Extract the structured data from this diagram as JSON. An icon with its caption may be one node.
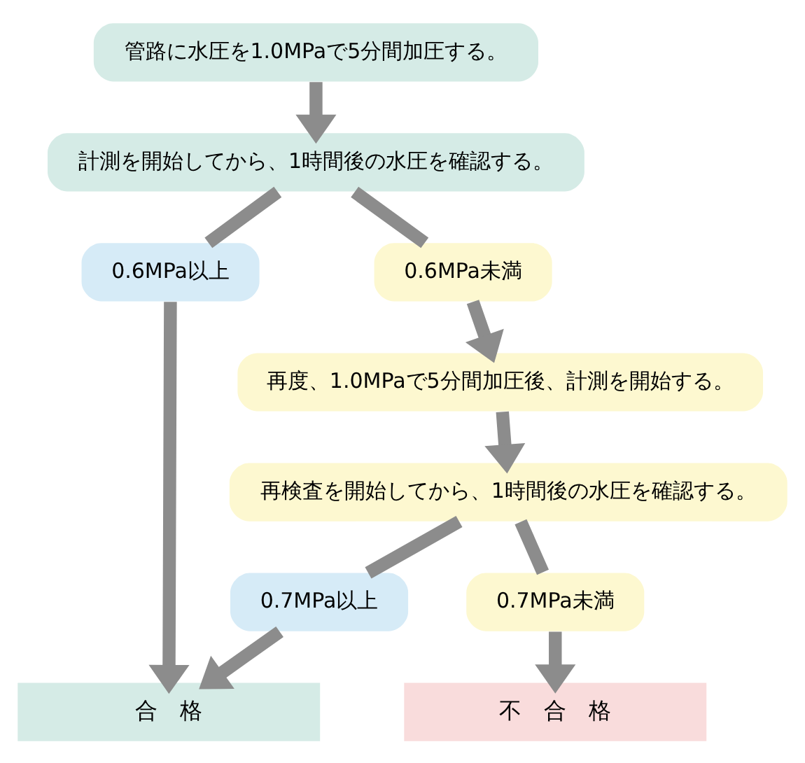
{
  "diagram": {
    "nodes": [
      {
        "text": [
          "管路に水圧を1.0MPaで5分間加圧する。"
        ]
      },
      {
        "text": [
          "計測を開始してから、1時間後の水圧を確認する。"
        ]
      },
      {
        "text": [
          "0.6MPa以上"
        ]
      },
      {
        "text": [
          "0.6MPa未満"
        ]
      },
      {
        "text": [
          "再度、1.0MPaで5分間加圧後、計測を開始する。"
        ]
      },
      {
        "text": [
          "再検査を開始してから、1時間後の水圧を確認する。"
        ]
      },
      {
        "text": [
          "0.7MPa以上"
        ]
      },
      {
        "text": [
          "0.7MPa未満"
        ]
      },
      {
        "text": [
          "合　格"
        ]
      },
      {
        "text": [
          "不　合　格"
        ]
      }
    ],
    "edges": [
      {
        "from": 0,
        "to": 1,
        "arrow": "to"
      },
      {
        "from": 1,
        "to": 2,
        "arrow": "none"
      },
      {
        "from": 1,
        "to": 3,
        "arrow": "none"
      },
      {
        "from": 2,
        "to": 8,
        "arrow": "to"
      },
      {
        "from": 3,
        "to": 4,
        "arrow": "to"
      },
      {
        "from": 4,
        "to": 5,
        "arrow": "to"
      },
      {
        "from": 5,
        "to": 6,
        "arrow": "none"
      },
      {
        "from": 5,
        "to": 7,
        "arrow": "none"
      },
      {
        "from": 6,
        "to": 8,
        "arrow": "to"
      },
      {
        "from": 7,
        "to": 9,
        "arrow": "to"
      }
    ]
  }
}
